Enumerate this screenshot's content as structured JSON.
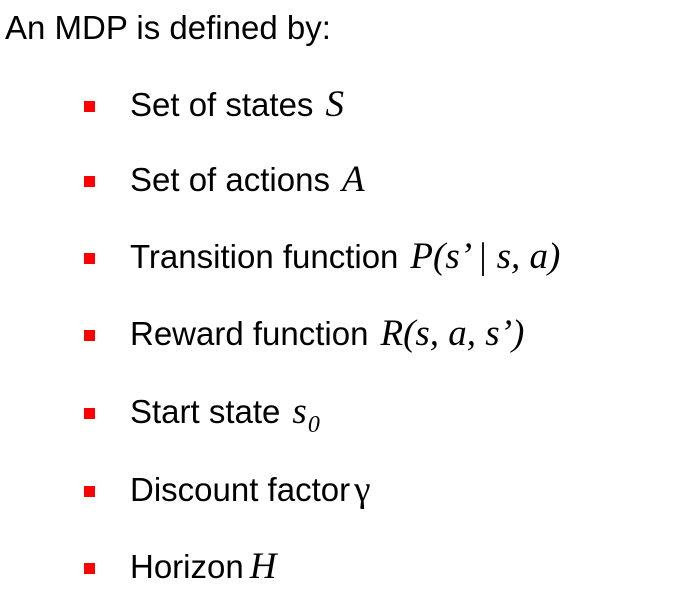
{
  "heading": "An MDP is defined by:",
  "items": [
    {
      "label": "Set of states",
      "math": "S"
    },
    {
      "label": "Set of actions",
      "math": "A"
    },
    {
      "label": "Transition function",
      "math": "P(s’ | s, a)"
    },
    {
      "label": "Reward function",
      "math": "R(s, a, s’)"
    },
    {
      "label": "Start state",
      "math": "s",
      "math_sub": "0"
    },
    {
      "label": "Discount factor",
      "math": "γ"
    },
    {
      "label": "Horizon",
      "math": "H"
    }
  ],
  "colors": {
    "bullet": "#ff0000",
    "text": "#000000",
    "background": "#ffffff"
  }
}
